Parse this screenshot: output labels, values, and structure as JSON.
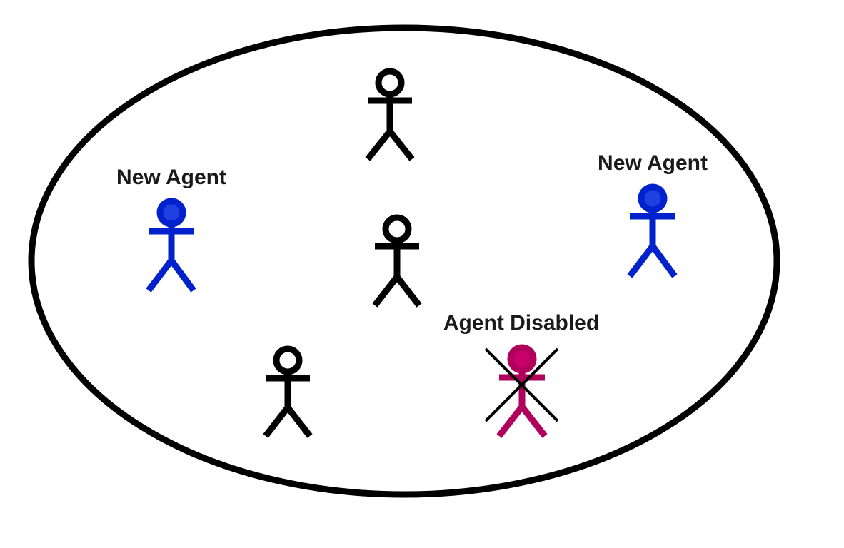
{
  "labels": {
    "new_agent_left": "New Agent",
    "new_agent_right": "New Agent",
    "agent_disabled": "Agent Disabled"
  },
  "colors": {
    "outline": "#000000",
    "agent": "#000000",
    "new_agent": "#0022cc",
    "new_agent_head_fill": "#1f3fe0",
    "disabled_agent": "#b0005c",
    "disabled_agent_head_fill": "#c8006a",
    "cross": "#000000",
    "text": "#1a1a1a"
  },
  "agents": [
    {
      "role": "agent",
      "color_key": "agent"
    },
    {
      "role": "agent",
      "color_key": "agent"
    },
    {
      "role": "agent",
      "color_key": "agent"
    },
    {
      "role": "new-agent",
      "color_key": "new_agent"
    },
    {
      "role": "new-agent",
      "color_key": "new_agent"
    },
    {
      "role": "disabled-agent",
      "color_key": "disabled_agent"
    }
  ]
}
